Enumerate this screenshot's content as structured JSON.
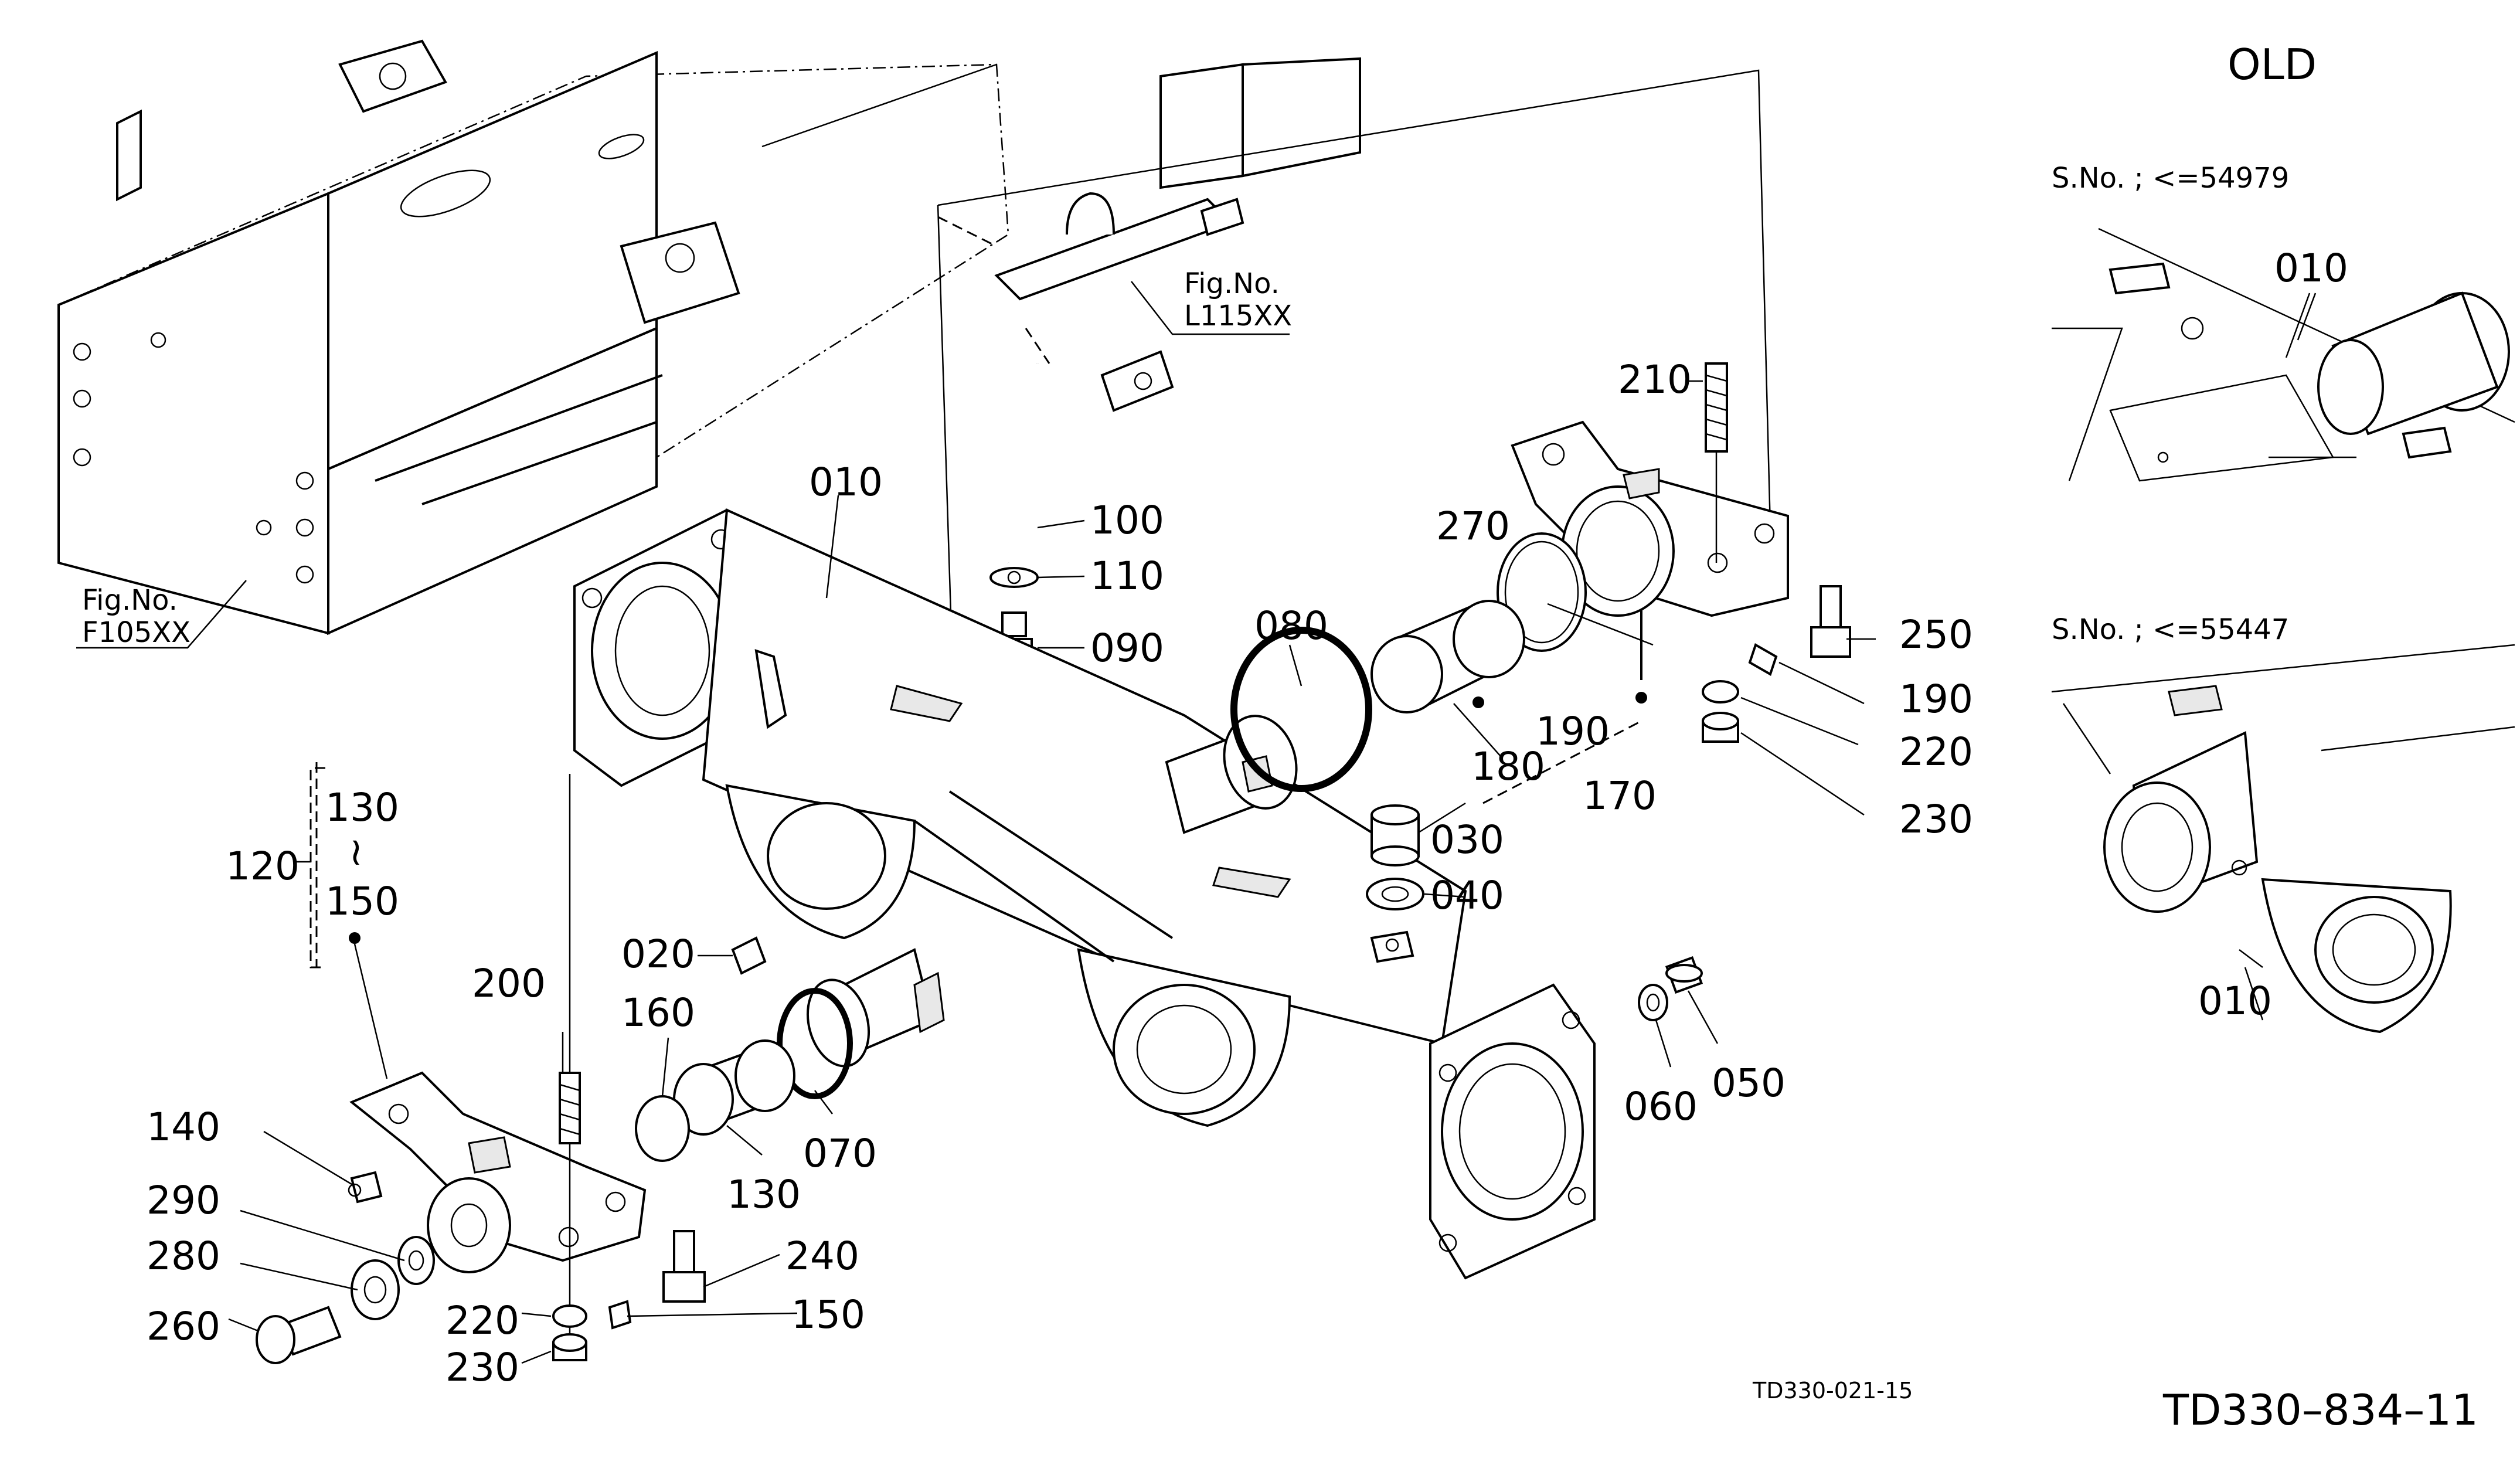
{
  "diagram_id": "TD330-021-15",
  "drawing_number": "TD330–834–11",
  "old_heading": "OLD",
  "serial_notes": {
    "upper": "S.No. ; <=54979",
    "lower": "S.No. ; <=55447"
  },
  "figure_refs": {
    "frame": {
      "line1": "Fig.No.",
      "line2": "F105XX"
    },
    "hitch": {
      "line1": "Fig.No.",
      "line2": "L115XX"
    }
  },
  "part_labels": {
    "p010_main": "010",
    "p010_old_upper": "010",
    "p010_old_lower": "010",
    "p020": "020",
    "p030": "030",
    "p040": "040",
    "p050": "050",
    "p060": "060",
    "p070": "070",
    "p080": "080",
    "p090": "090",
    "p100": "100",
    "p110": "110",
    "p120": "120",
    "p130_group": "130",
    "p130": "130",
    "p140": "140",
    "p150_group": "150",
    "p150": "150",
    "p160": "160",
    "p170": "170",
    "p180": "180",
    "p190_left": "190",
    "p190_right": "190",
    "p200": "200",
    "p210": "210",
    "p220_left": "220",
    "p220_right": "220",
    "p230_left": "230",
    "p230_right": "230",
    "p240": "240",
    "p250": "250",
    "p260": "260",
    "p270": "270",
    "p280": "280",
    "p290": "290",
    "tilde": "≀"
  }
}
